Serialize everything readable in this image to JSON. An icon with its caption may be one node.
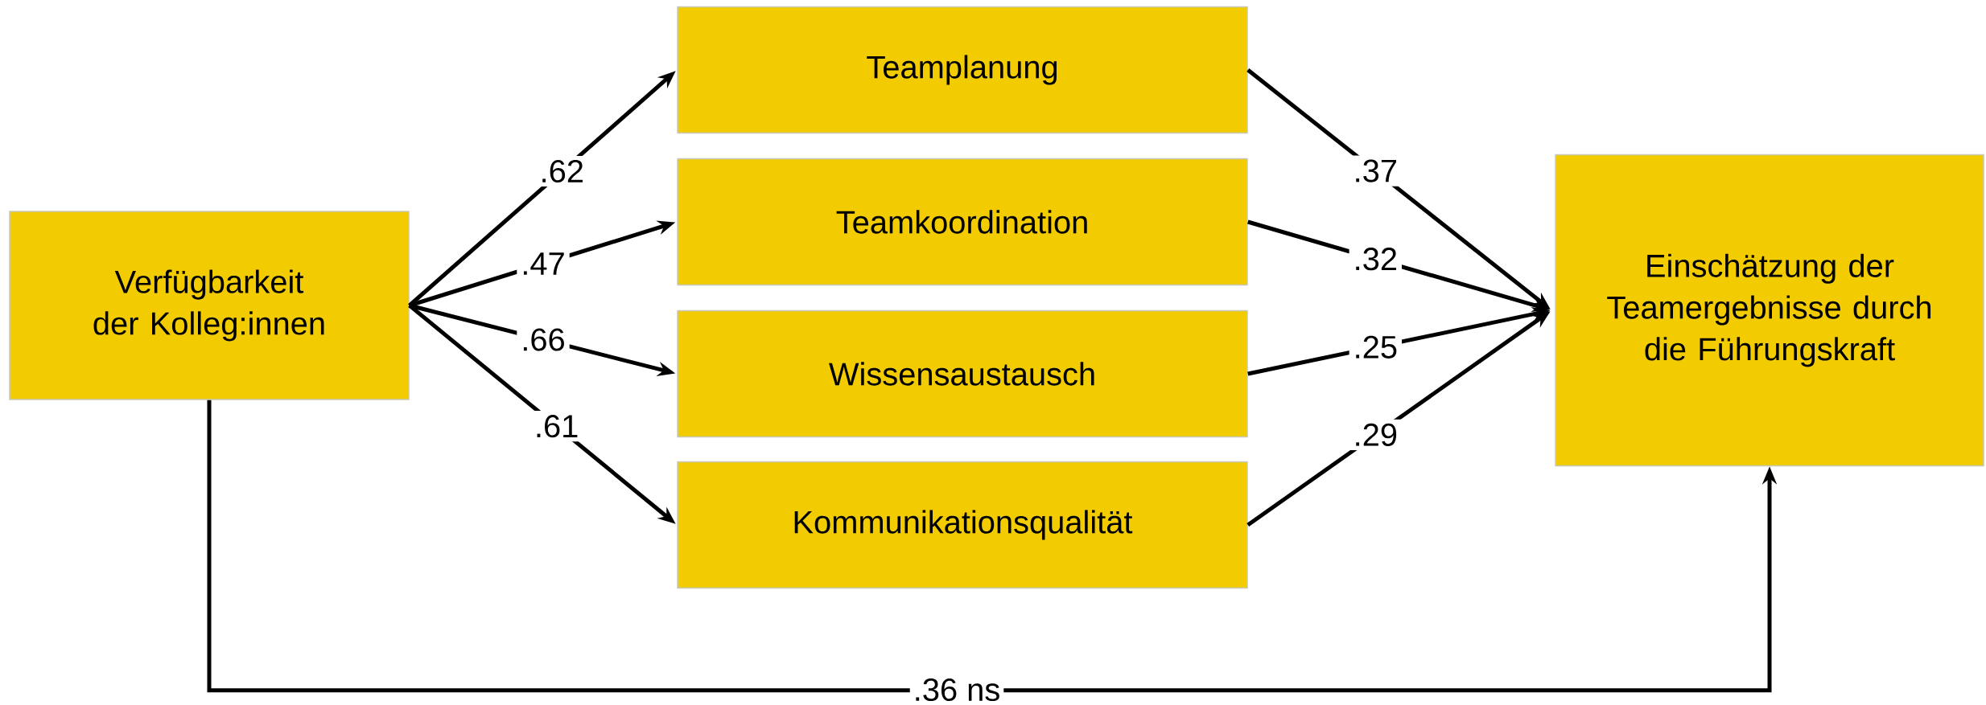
{
  "diagram": {
    "nodes": [
      {
        "text": [
          "Verfügbarkeit der Kolleg:innen"
        ]
      },
      {
        "text": [
          "Teamplanung"
        ]
      },
      {
        "text": [
          "Teamkoordination"
        ]
      },
      {
        "text": [
          "Wissensaustausch"
        ]
      },
      {
        "text": [
          "Kommunikationsqualität"
        ]
      },
      {
        "text": [
          "Einschätzung der Teamergebnisse durch die Führungskraft"
        ]
      }
    ],
    "edges": [
      {
        "from": 0,
        "to": 1,
        "arrow": "to",
        "label": ".62"
      },
      {
        "from": 0,
        "to": 2,
        "arrow": "to",
        "label": ".47"
      },
      {
        "from": 0,
        "to": 3,
        "arrow": "to",
        "label": ".66"
      },
      {
        "from": 0,
        "to": 4,
        "arrow": "to",
        "label": ".61"
      },
      {
        "from": 1,
        "to": 5,
        "arrow": "to",
        "label": ".37"
      },
      {
        "from": 2,
        "to": 5,
        "arrow": "to",
        "label": ".32"
      },
      {
        "from": 3,
        "to": 5,
        "arrow": "to",
        "label": ".25"
      },
      {
        "from": 4,
        "to": 5,
        "arrow": "to",
        "label": ".29"
      },
      {
        "from": 0,
        "to": 5,
        "arrow": "to",
        "label": ".36  ns"
      }
    ]
  }
}
